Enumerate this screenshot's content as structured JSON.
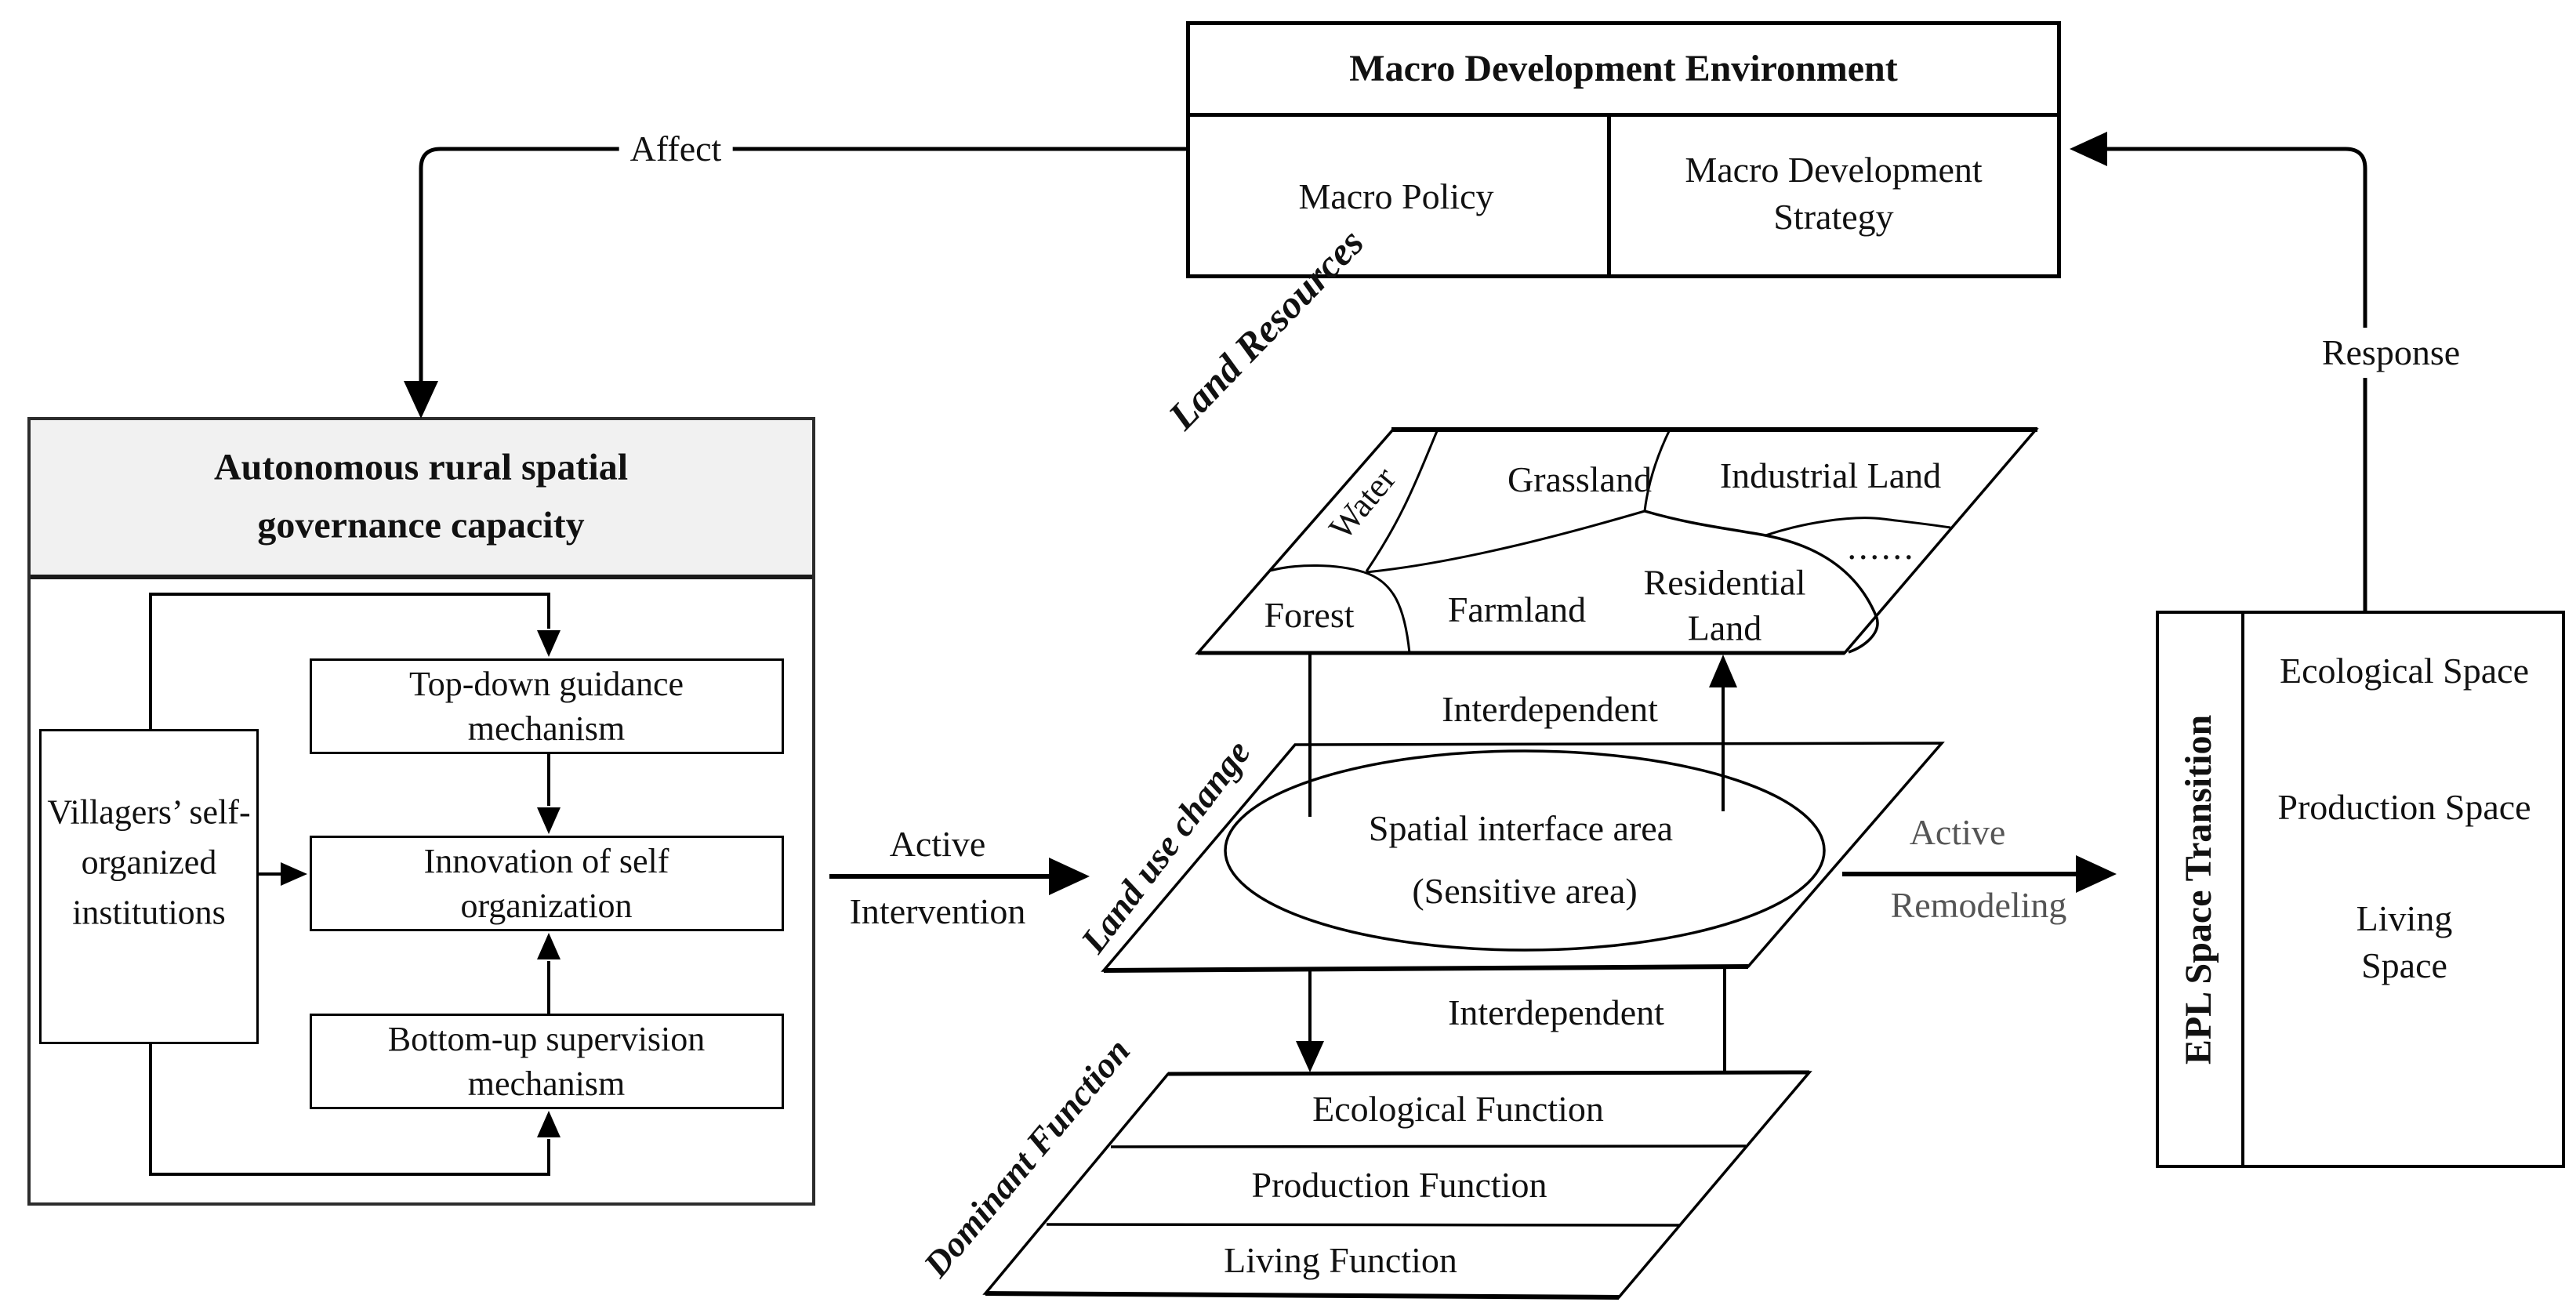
{
  "colors": {
    "text": "#111111",
    "muted_label": "#555555",
    "panel_header_bg": "#f1f1f1",
    "line": "#000000",
    "background": "#ffffff"
  },
  "macro": {
    "title": "Macro Development Environment",
    "policy": "Macro Policy",
    "strategy": "Macro Development Strategy"
  },
  "arrows": {
    "affect": "Affect",
    "response": "Response",
    "interdependent_top": "Interdependent",
    "interdependent_bottom": "Interdependent",
    "intervention": {
      "word1": "Active",
      "word2": "Intervention"
    },
    "remodeling": {
      "word1": "Active",
      "word2": "Remodeling"
    }
  },
  "governance": {
    "title": "Autonomous rural spatial governance capacity",
    "villagers": "Villagers’ self-organized institutions",
    "top_down": "Top-down guidance mechanism",
    "innovation": "Innovation of self organization",
    "bottom_up": "Bottom-up supervision mechanism"
  },
  "land_resources": {
    "label": "Land Resources",
    "regions": {
      "water": "Water",
      "grassland": "Grassland",
      "industrial": "Industrial Land",
      "forest": "Forest",
      "farmland": "Farmland",
      "residential": "Residential Land",
      "others": "......"
    }
  },
  "land_use_change": {
    "label": "Land use change",
    "ellipse_label": "Spatial interface area",
    "ellipse_sublabel": "(Sensitive area)"
  },
  "dominant_function": {
    "label": "Dominant Function",
    "bands": [
      "Ecological Function",
      "Production Function",
      "Living Function"
    ]
  },
  "epl": {
    "label": "EPL Space Transition",
    "spaces": [
      "Ecological Space",
      "Production Space",
      "Living Space"
    ]
  }
}
